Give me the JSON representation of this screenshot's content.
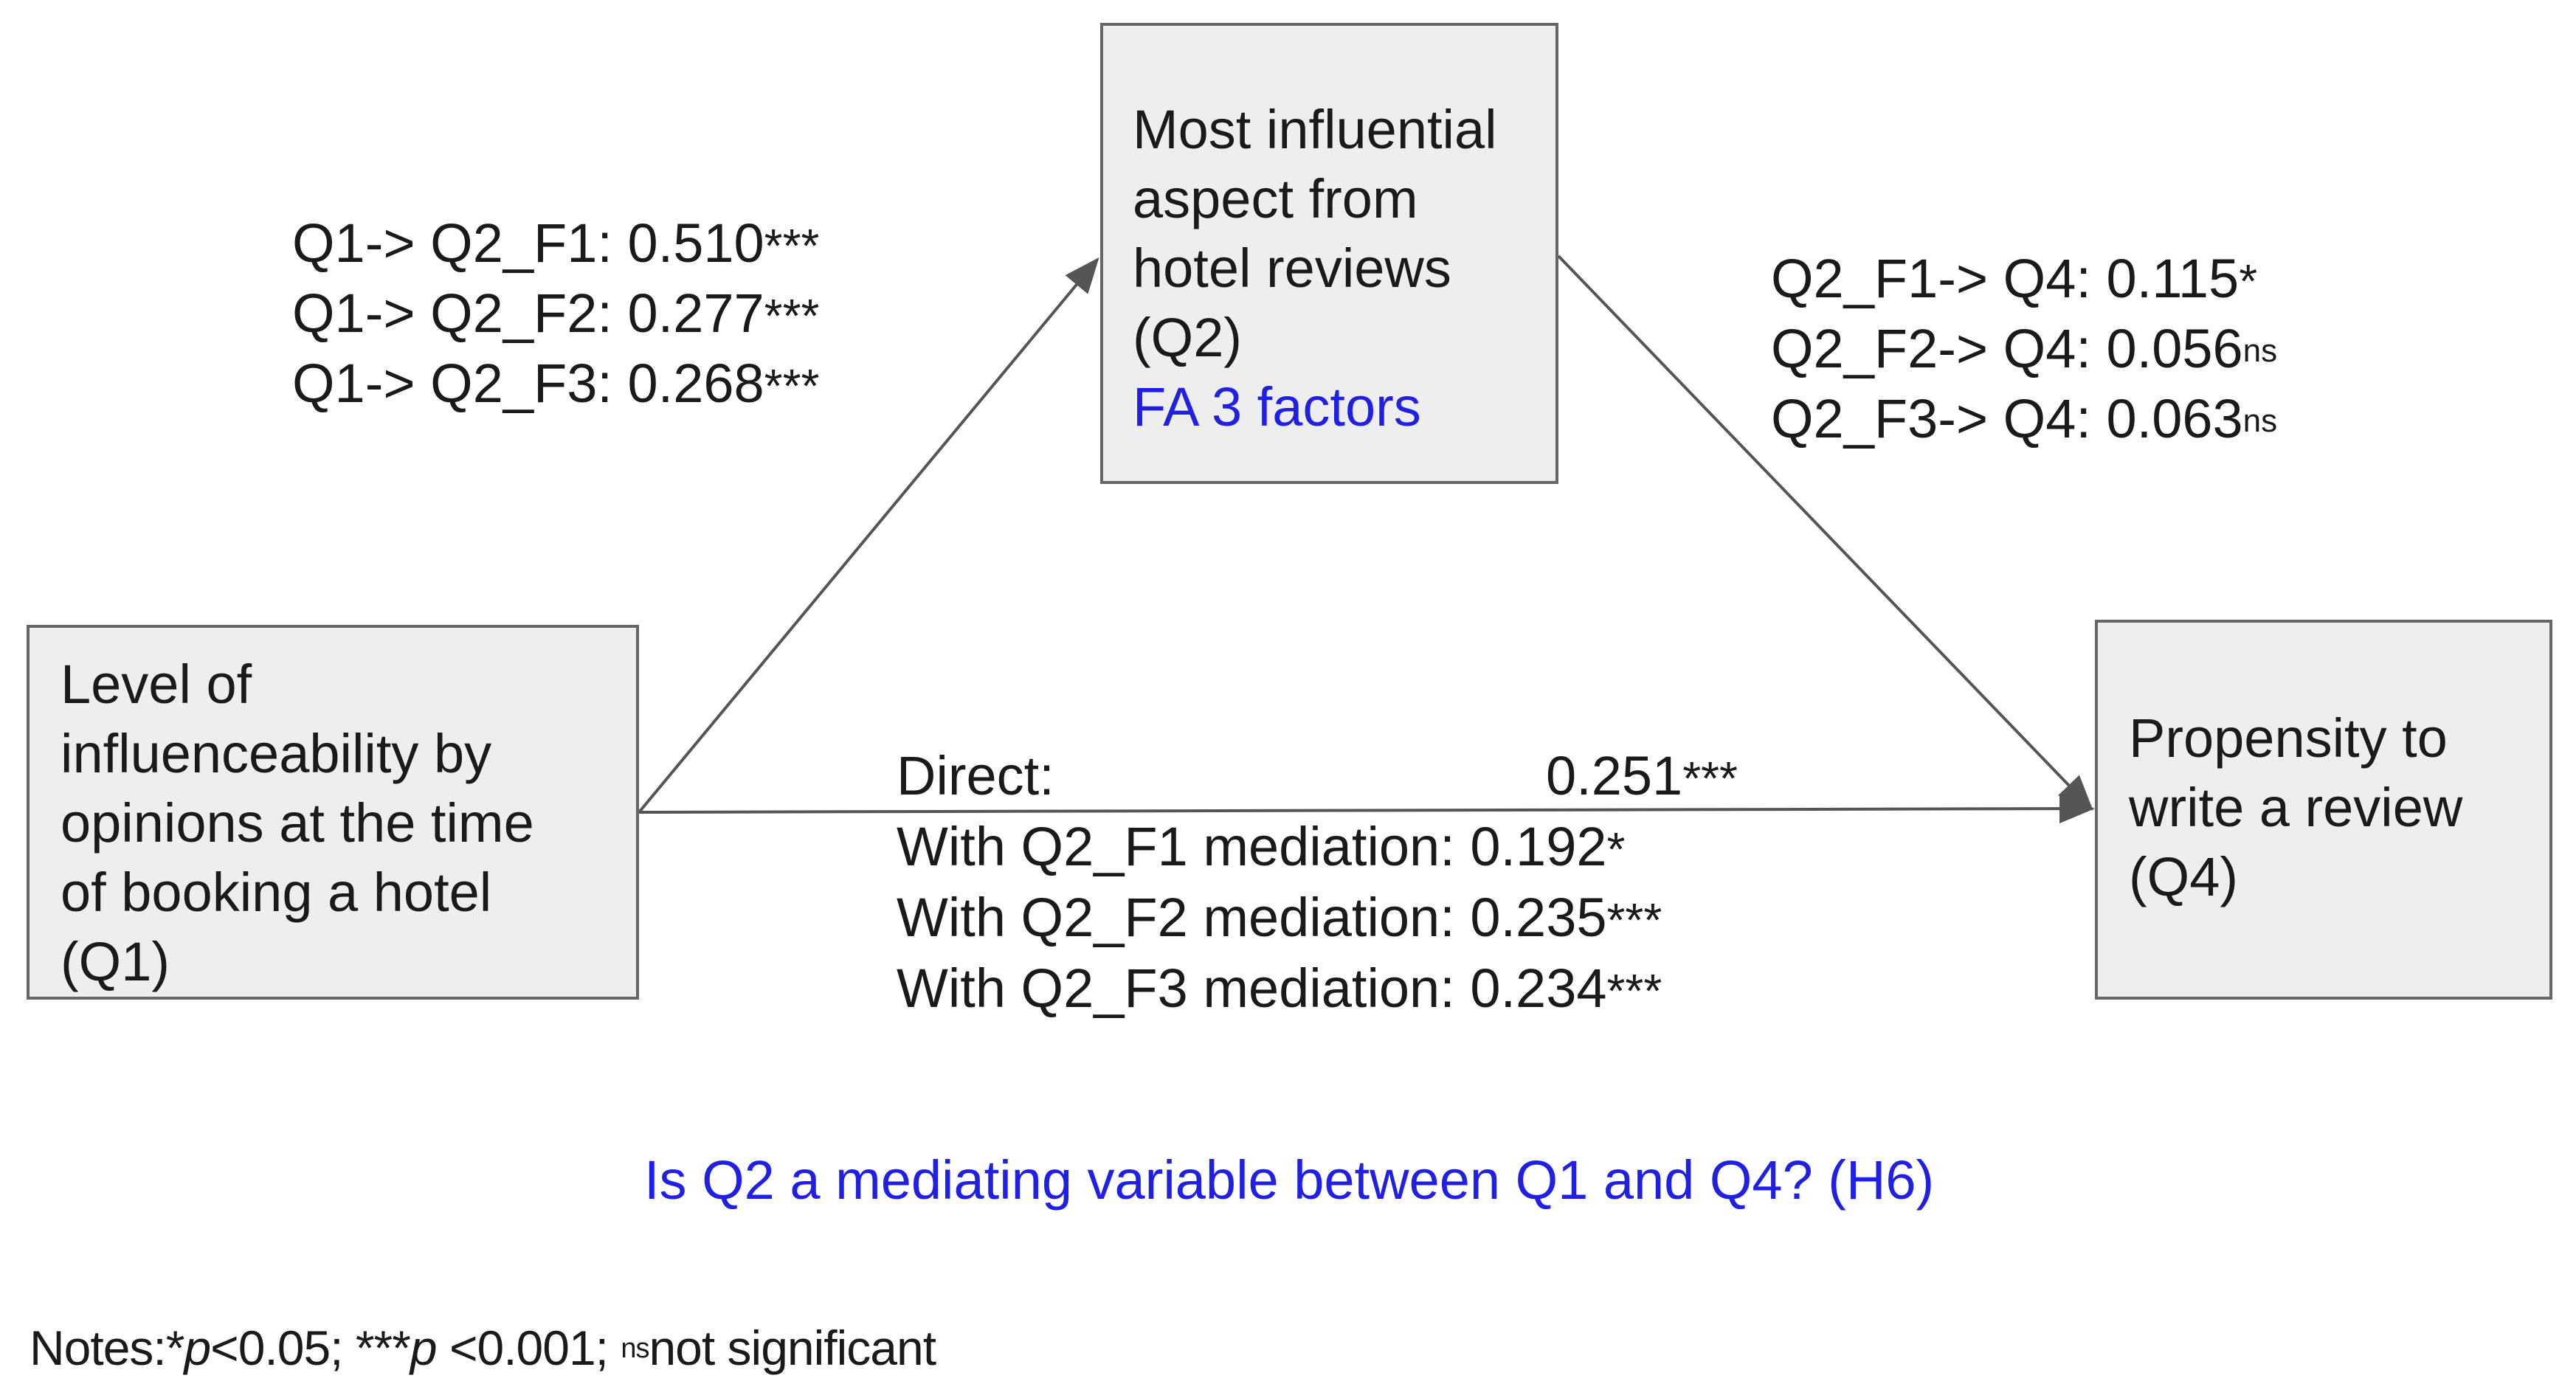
{
  "nodes": {
    "q1": {
      "lines": [
        "Level of",
        "influenceability by",
        "opinions at the time",
        "of booking a hotel",
        "(Q1)"
      ]
    },
    "q2": {
      "lines": [
        "Most influential",
        "aspect from",
        "hotel reviews",
        "(Q2)"
      ],
      "note": "FA 3 factors"
    },
    "q4": {
      "lines": [
        "Propensity to",
        "write a review",
        "(Q4)"
      ]
    }
  },
  "paths": {
    "q1_to_q2": [
      {
        "label": "Q1-> Q2_F1:",
        "value": "0.510",
        "sig": "***"
      },
      {
        "label": "Q1-> Q2_F2:",
        "value": "0.277",
        "sig": "***"
      },
      {
        "label": "Q1-> Q2_F3:",
        "value": "0.268",
        "sig": "***"
      }
    ],
    "q2_to_q4": [
      {
        "label": "Q2_F1-> Q4:",
        "value": "0.115",
        "sig": "*"
      },
      {
        "label": "Q2_F2-> Q4:",
        "value": "0.056",
        "sig": "ns"
      },
      {
        "label": "Q2_F3-> Q4:",
        "value": "0.063",
        "sig": "ns"
      }
    ],
    "q1_to_q4": {
      "direct": {
        "label": "Direct:",
        "value": "0.251",
        "sig": "***"
      },
      "mediated": [
        {
          "label": "With Q2_F1 mediation:",
          "value": "0.192",
          "sig": "*"
        },
        {
          "label": "With Q2_F2 mediation:",
          "value": "0.235",
          "sig": "***"
        },
        {
          "label": "With Q2_F3 mediation:",
          "value": "0.234",
          "sig": "***"
        }
      ]
    }
  },
  "question": "Is Q2 a mediating variable between Q1 and Q4? (H6)",
  "notes": {
    "prefix": "Notes:",
    "star1": "*",
    "p1": "p",
    "t1": "<0.05; ",
    "star3": "***",
    "p2": "p",
    "t2": " <0.001; ",
    "ns": "ns",
    "t3": "not significant"
  },
  "colors": {
    "accent": "#1f1fe6",
    "box_fill": "#eeeeee",
    "box_border": "#666666",
    "arrow": "#555555"
  }
}
